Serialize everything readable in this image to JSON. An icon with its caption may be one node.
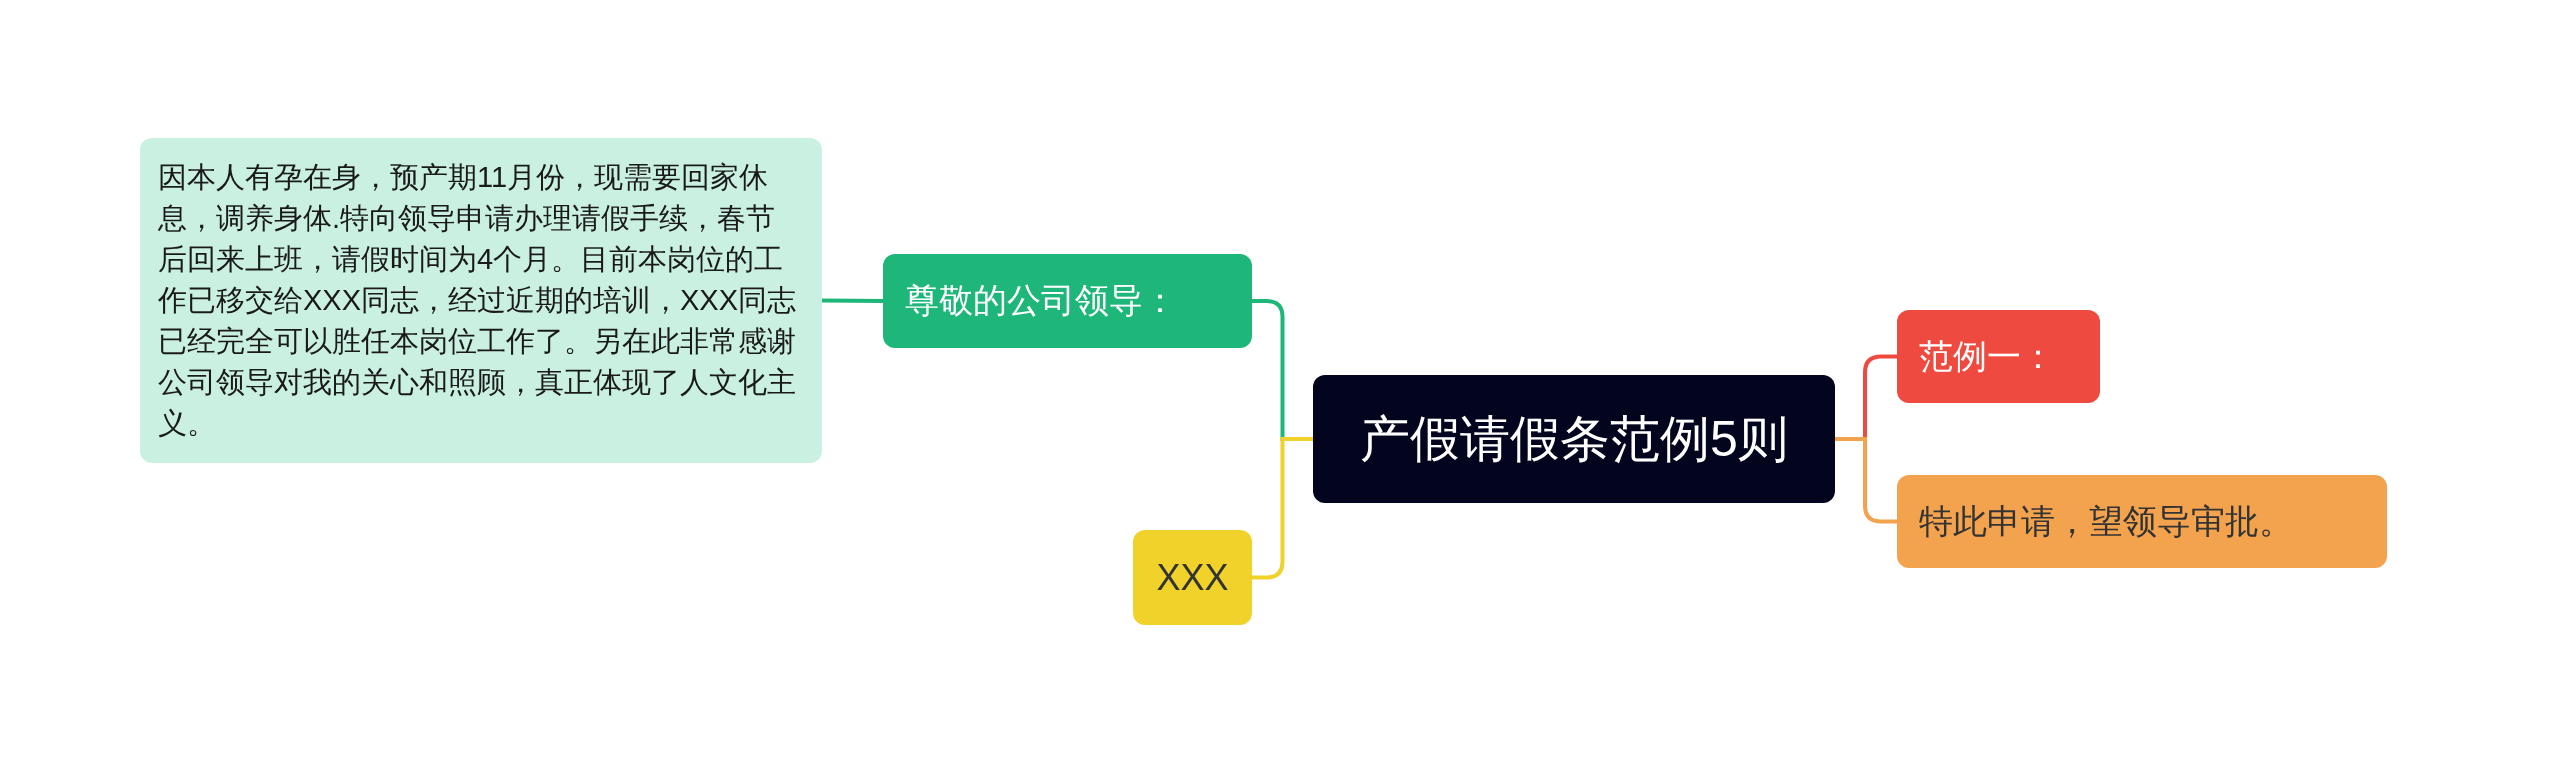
{
  "diagram": {
    "nodes": [
      {
        "text": [
          "产假请假条范例5则"
        ]
      },
      {
        "text": [
          "尊敬的公司领导："
        ]
      },
      {
        "text": [
          "因本人有孕在身，预产期11月份，现需要回家休息，调养身体.特向领导申请办理请假手续，春节后回来上班，请假时间为4个月。目前本岗位的工作已移交给XXX同志，经过近期的培训，XXX同志已经完全可以胜任本岗位工作了。另在此非常感谢公司领导对我的关心和照顾，真正体现了人文化主义。"
        ]
      },
      {
        "text": [
          "XXX"
        ]
      },
      {
        "text": [
          "范例一："
        ]
      },
      {
        "text": [
          "特此申请，望领导审批。"
        ]
      }
    ],
    "edges": [
      {
        "from": 0,
        "to": 1,
        "arrow": "none",
        "color": "#1fb67a"
      },
      {
        "from": 1,
        "to": 2,
        "arrow": "none",
        "color": "#1fb67a"
      },
      {
        "from": 0,
        "to": 3,
        "arrow": "none",
        "color": "#f0d22a"
      },
      {
        "from": 0,
        "to": 4,
        "arrow": "none",
        "color": "#ef4a3f"
      },
      {
        "from": 0,
        "to": 5,
        "arrow": "none",
        "color": "#f3a24e"
      }
    ]
  }
}
